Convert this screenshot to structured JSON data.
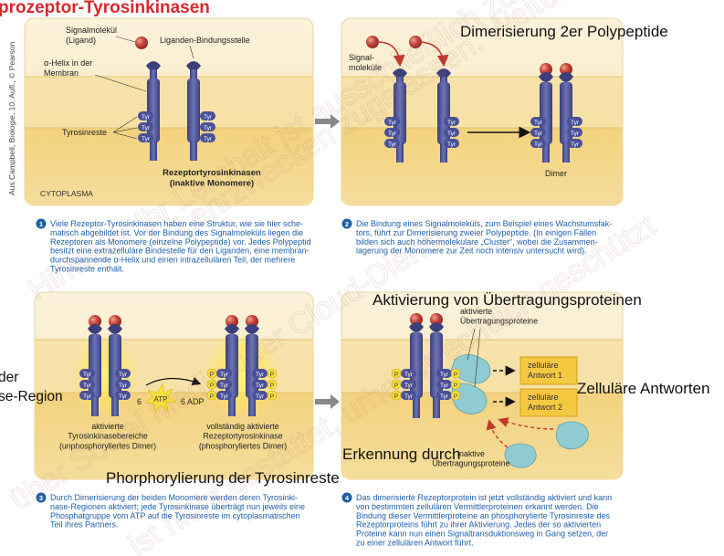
{
  "header": {
    "title_fragment": "prozeptor-Tyrosinkinasen",
    "title_color": "#d8282f"
  },
  "copyright": "Aus Campbell, Biologie, 10. Aufl., © Pearson",
  "watermark": [
    "Hinweis: Ihr Lernhalt ist ausschließlich zu",
    "Lehrzwecken zugelassen. Weitergabe",
    "über Social Media oder Cloud-Dienste",
    "ist nicht gestattet, urheberrechtlich geschützt"
  ],
  "panel1": {
    "ligand": "Signalmolekül\n(Ligand)",
    "binding_site": "Liganden-Bindungsstelle",
    "helix": "α-Helix in der\nMembran",
    "tyrosine": "Tyrosinreste",
    "receptor": "Rezeptortyrosinkinasen\n(inaktive Monomere)",
    "cytoplasm": "CYTOPLASMA",
    "tyr": "Tyr",
    "caption_num": "1",
    "caption": "Viele Rezeptor-Tyrosinkinasen haben eine Struktur, wie sie hier sche-\nmatisch abgebildet ist. Vor der Bindung des Signalmoleküls liegen die\nRezeptoren als Monomere (einzelne Polypeptide) vor. Jedes Polypeptid\nbesitzt eine extrazelluläre Bindestelle für den Liganden, eine membran-\ndurchspannende α-Helix und einen intrazellulären Teil, der mehrere\nTyrosinreste enthält."
  },
  "panel2": {
    "overlay_title": "Dimerisierung 2er Polypeptide",
    "signal": "Signal-\nmoleküle",
    "dimer": "Dimer",
    "caption_num": "2",
    "caption": "Die Bindung eines Signalmoleküls, zum Beispiel eines Wachstumsfak-\ntors, führt zur Dimerisierung zweier Polypeptide. (In einigen Fällen\nbilden sich auch höhermolekulare „Cluster“, wobei die Zusammen-\nlagerung der Monomere zur Zeit noch intensiv untersucht wird)."
  },
  "panel3": {
    "overlay_left": "der\nse-Region",
    "overlay_bottom": "Phorphorylierung der Tyrosinreste",
    "atp": "ATP",
    "adp": "6 ADP",
    "six": "6",
    "p": "P",
    "left_label": "aktivierte\nTyrosinkinasebereiche\n(unphosphoryliertes Dimer)",
    "right_label": "vollständig aktivierte\nRezeptortyrosinkinase\n(phosphoryliertes Dimer)",
    "caption_num": "3",
    "caption": "Durch Dimerisierung der beiden Monomere werden deren Tyrosinki-\nnase-Regionen aktiviert; jede Tyrosinkinase überträgt nun jeweils eine\nPhosphatgruppe vom ATP auf die Tyrosinreste im cytoplasmatischen\nTeil ihres Partners."
  },
  "panel4": {
    "overlay_title": "Aktivierung von Übertragungsproteinen",
    "overlay_responses": "Zelluläre Antworten",
    "overlay_recognition": "Erkennung durch",
    "active_relay": "aktivierte\nÜbertragungsproteine",
    "inactive_relay": "inaktive\nÜbertragungsproteine",
    "response1": "zelluläre\nAntwort 1",
    "response2": "zelluläre\nAntwort 2",
    "caption_num": "4",
    "caption": "Das dimerisierte Rezeptorprotein ist jetzt vollständig aktiviert und kann\nvon bestimmten zellulären Vermittlerproteinen erkannt werden. Die\nBindung dieser Vermittlerproteine an phosphorylierte Tyrosinreste des\nRezeptorproteins führt zu ihrer Aktivierung. Jedes der so aktivierten\nProteine kann nun einen Signaltransduktionsweg in Gang setzen, der\nzu einer zellulären Antwort führt."
  },
  "colors": {
    "membrane_top": "#f8ecc9",
    "cytoplasm": "#f2d88c",
    "receptor": "#5b63a3",
    "receptor_dark": "#3b3f7c",
    "ligand": "#c4443b",
    "relay": "#8fcbd1",
    "response": "#f5c842",
    "caption_blue": "#1e5fa8"
  }
}
